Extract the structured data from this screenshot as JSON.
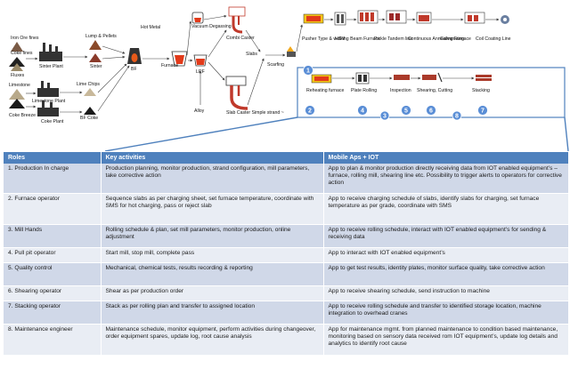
{
  "flow": {
    "raw_inputs": {
      "iron_ore_fines": "Iron Ore fines",
      "coke_fines": "Coke fines",
      "fluxes": "Fluxes",
      "limestone": "Limestone",
      "coke_breeze": "Coke Breeze"
    },
    "plants": {
      "sinter_plant": "Sinter Plant",
      "lump_pellets": "Lump & Pellets",
      "sinter": "Sinter",
      "limestone_plant": "Limestone Plant",
      "lime_chips": "Lime Chips",
      "coke_plant": "Coke Plant",
      "bf_coke": "BF Coke",
      "bf": "BF",
      "hot_metal": "Hot Metal",
      "furnace": "Furnace",
      "vacuum_degassing": "Vacuum Degassing",
      "lrf": "LRF",
      "alloy": "Alloy",
      "combi_caster": "Combi Caster",
      "slab_caster": "Slab Caster Simple strand ~",
      "slabs": "Slabs",
      "scarfing": "Scarfing"
    },
    "cold_line": {
      "pusher_furnace": "Pusher Type & walking Beam Furnace",
      "hsm": "HSM",
      "pickle_tandem": "Pickle Tandem line",
      "annealing": "Continuous Annealing Furnace",
      "galvanizing": "Galvanizing",
      "coil_coating": "Coil Coating Line"
    },
    "steps": {
      "reheating": "Reheating furnace",
      "plate_rolling": "Plate Rolling",
      "inspection": "Inspection",
      "shearing": "Shearing, Cutting",
      "stacking": "Stacking"
    },
    "step_numbers": [
      "1",
      "2",
      "3",
      "4",
      "5",
      "6",
      "7",
      "8"
    ]
  },
  "table": {
    "headers": [
      "Roles",
      "Key activities",
      "Mobile Aps + IOT"
    ],
    "rows": [
      {
        "role": "1. Production In charge",
        "activities": "Production planning, monitor production, strand configuration, mill parameters, take corrective action",
        "mobile": "App to plan & monitor production directly receiving data from IOT enabled equipment’s – furnace, rolling mill, shearing line etc. Possibility to trigger alerts to operators for corrective action"
      },
      {
        "role": "2. Furnace operator",
        "activities": "Sequence slabs as per charging sheet, set furnace temperature, coordinate with SMS for hot charging, pass or reject slab",
        "mobile": "App to receive charging schedule of slabs, identify slabs for charging, set furnace temperature as per grade, coordinate with SMS"
      },
      {
        "role": "3. Mill Hands",
        "activities": "Rolling schedule & plan, set mill parameters, monitor production, online adjustment",
        "mobile": "App to receive rolling schedule, interact with IOT enabled equipment’s for sending & receiving data"
      },
      {
        "role": "4. Pull pit operator",
        "activities": "Start mill, stop mill, complete pass",
        "mobile": "App to interact with IOT enabled equipment’s"
      },
      {
        "role": "5. Quality control",
        "activities": "Mechanical, chemical tests, results recording & reporting",
        "mobile": "App to get test results, identity plates,  monitor surface quality, take corrective action"
      },
      {
        "role": "6. Shearing operator",
        "activities": "Shear as per production order",
        "mobile": "App to receive shearing schedule, send instruction to machine"
      },
      {
        "role": "7. Stacking operator",
        "activities": "Stack as per rolling plan and transfer to assigned location",
        "mobile": "App to receive rolling schedule and transfer to identified storage location, machine integration to  overhead cranes"
      },
      {
        "role": "8. Maintenance engineer",
        "activities": "Maintenance schedule, monitor equipment, perform activities during changeover, order equipment spares, update log, root cause analysis",
        "mobile": "App for maintenance mgmt. from planned maintenance to condition based maintenance, monitoring based on sensory data received rom IOT equipment’s, update log details and analytics to identify root cause"
      }
    ]
  },
  "colors": {
    "header_blue": "#4f81bd",
    "row_dark": "#d0d8e8",
    "row_light": "#e9edf4",
    "step_blue": "#5a8ed6"
  }
}
